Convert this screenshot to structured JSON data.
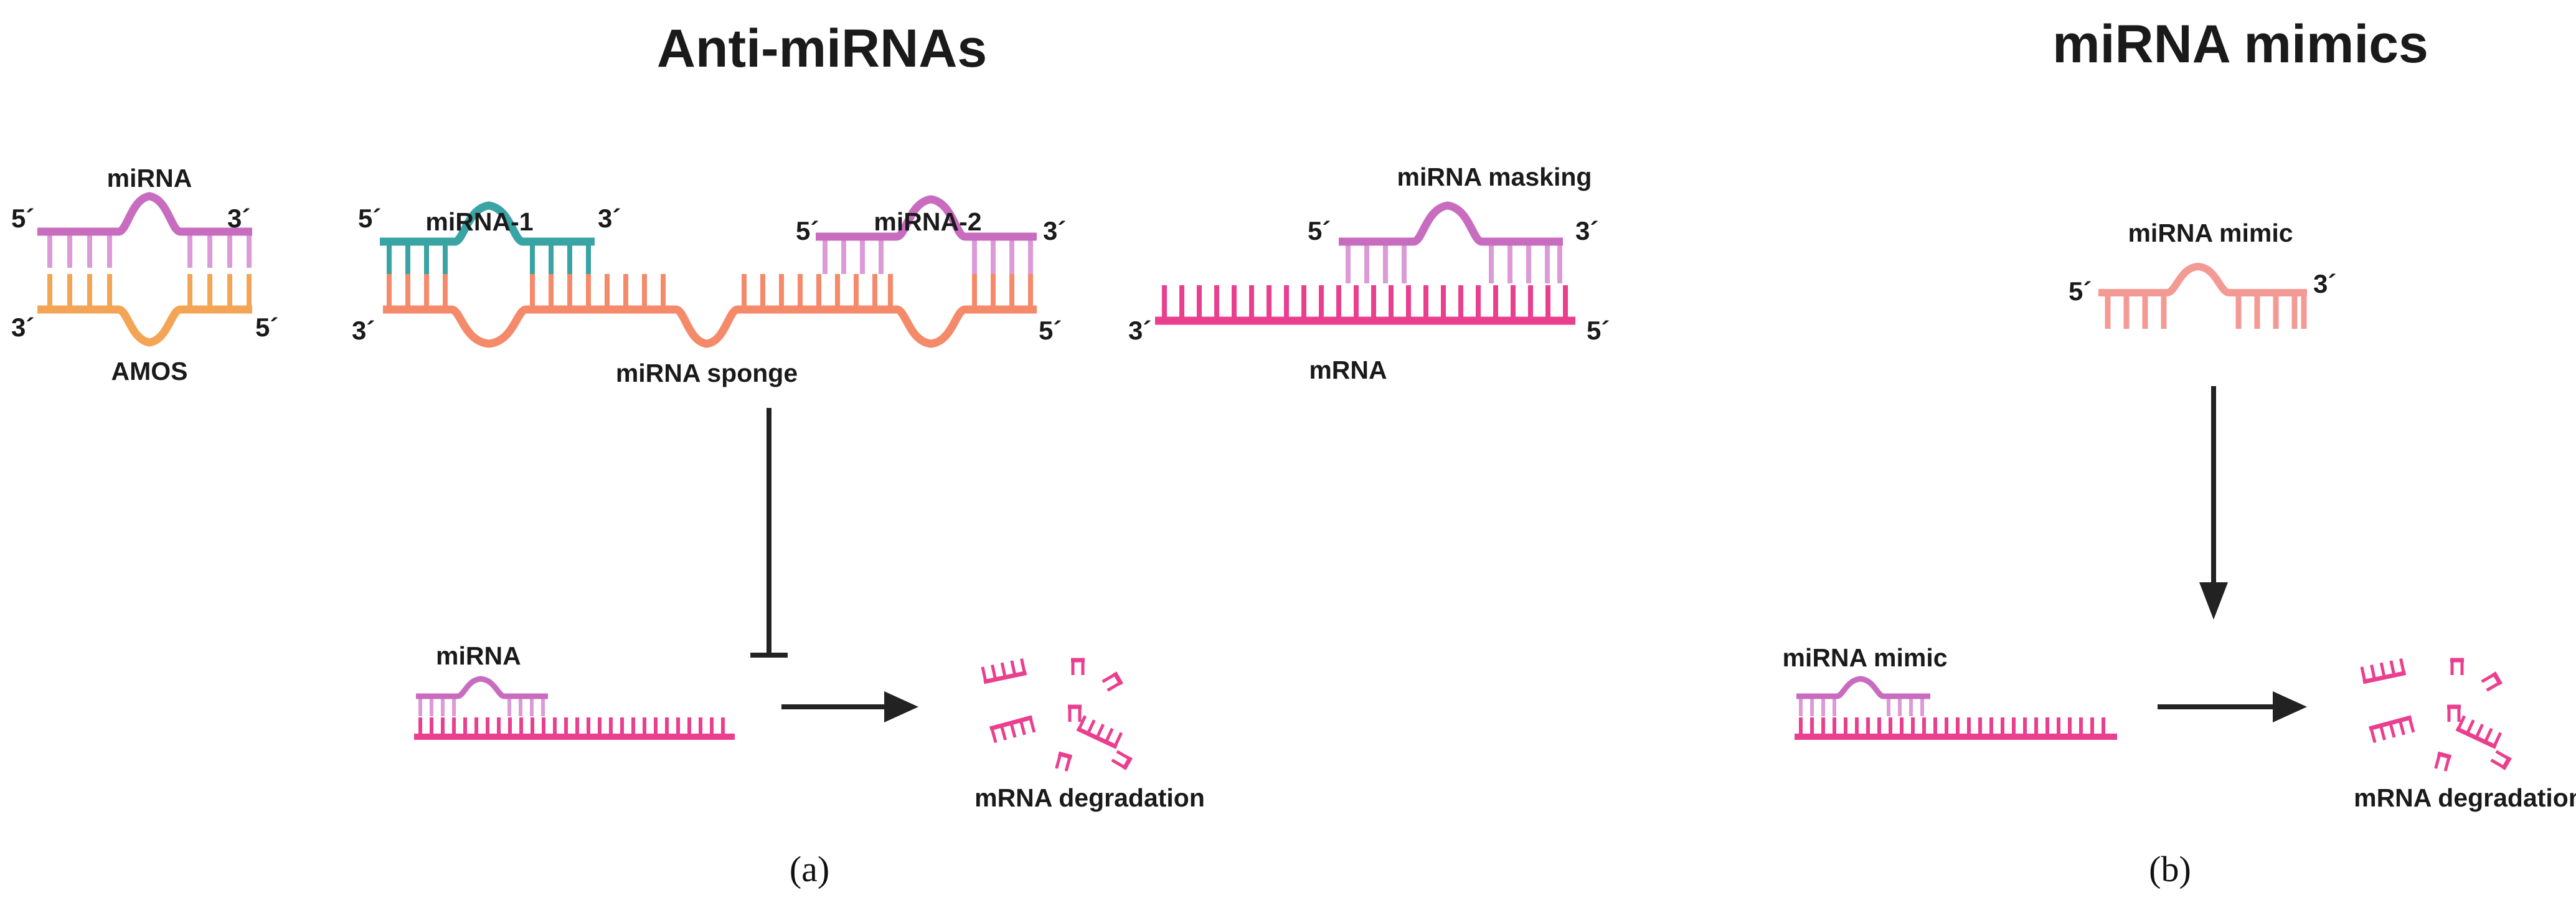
{
  "titles": {
    "anti": "Anti-miRNAs",
    "mimics": "miRNA mimics"
  },
  "panels": {
    "a": "(a)",
    "b": "(b)"
  },
  "ends": {
    "five": "5´",
    "three": "3´"
  },
  "amos": {
    "top_label": "miRNA",
    "bottom_label": "AMOS"
  },
  "sponge": {
    "mirna1": "miRNA-1",
    "mirna2": "miRNA-2",
    "label": "miRNA sponge"
  },
  "masking": {
    "label": "miRNA masking",
    "mrna": "mRNA"
  },
  "mimic": {
    "label": "miRNA mimic",
    "bound_label": "miRNA mimic"
  },
  "degradation": {
    "left": "mRNA degradation",
    "right": "mRNA degradation"
  },
  "bound": {
    "mirna": "miRNA"
  },
  "colors": {
    "purple": "#c86cc0",
    "purple_light": "#dc9ad6",
    "orange": "#f4a455",
    "salmon": "#f58a6a",
    "teal": "#3aa3a3",
    "pink": "#ea3f8f",
    "mimic": "#f49a94",
    "arrow": "#222222"
  },
  "icons": [
    "inhibition-bar-icon",
    "arrow-right-icon",
    "arrow-down-icon",
    "mrna-fragment-icon"
  ]
}
